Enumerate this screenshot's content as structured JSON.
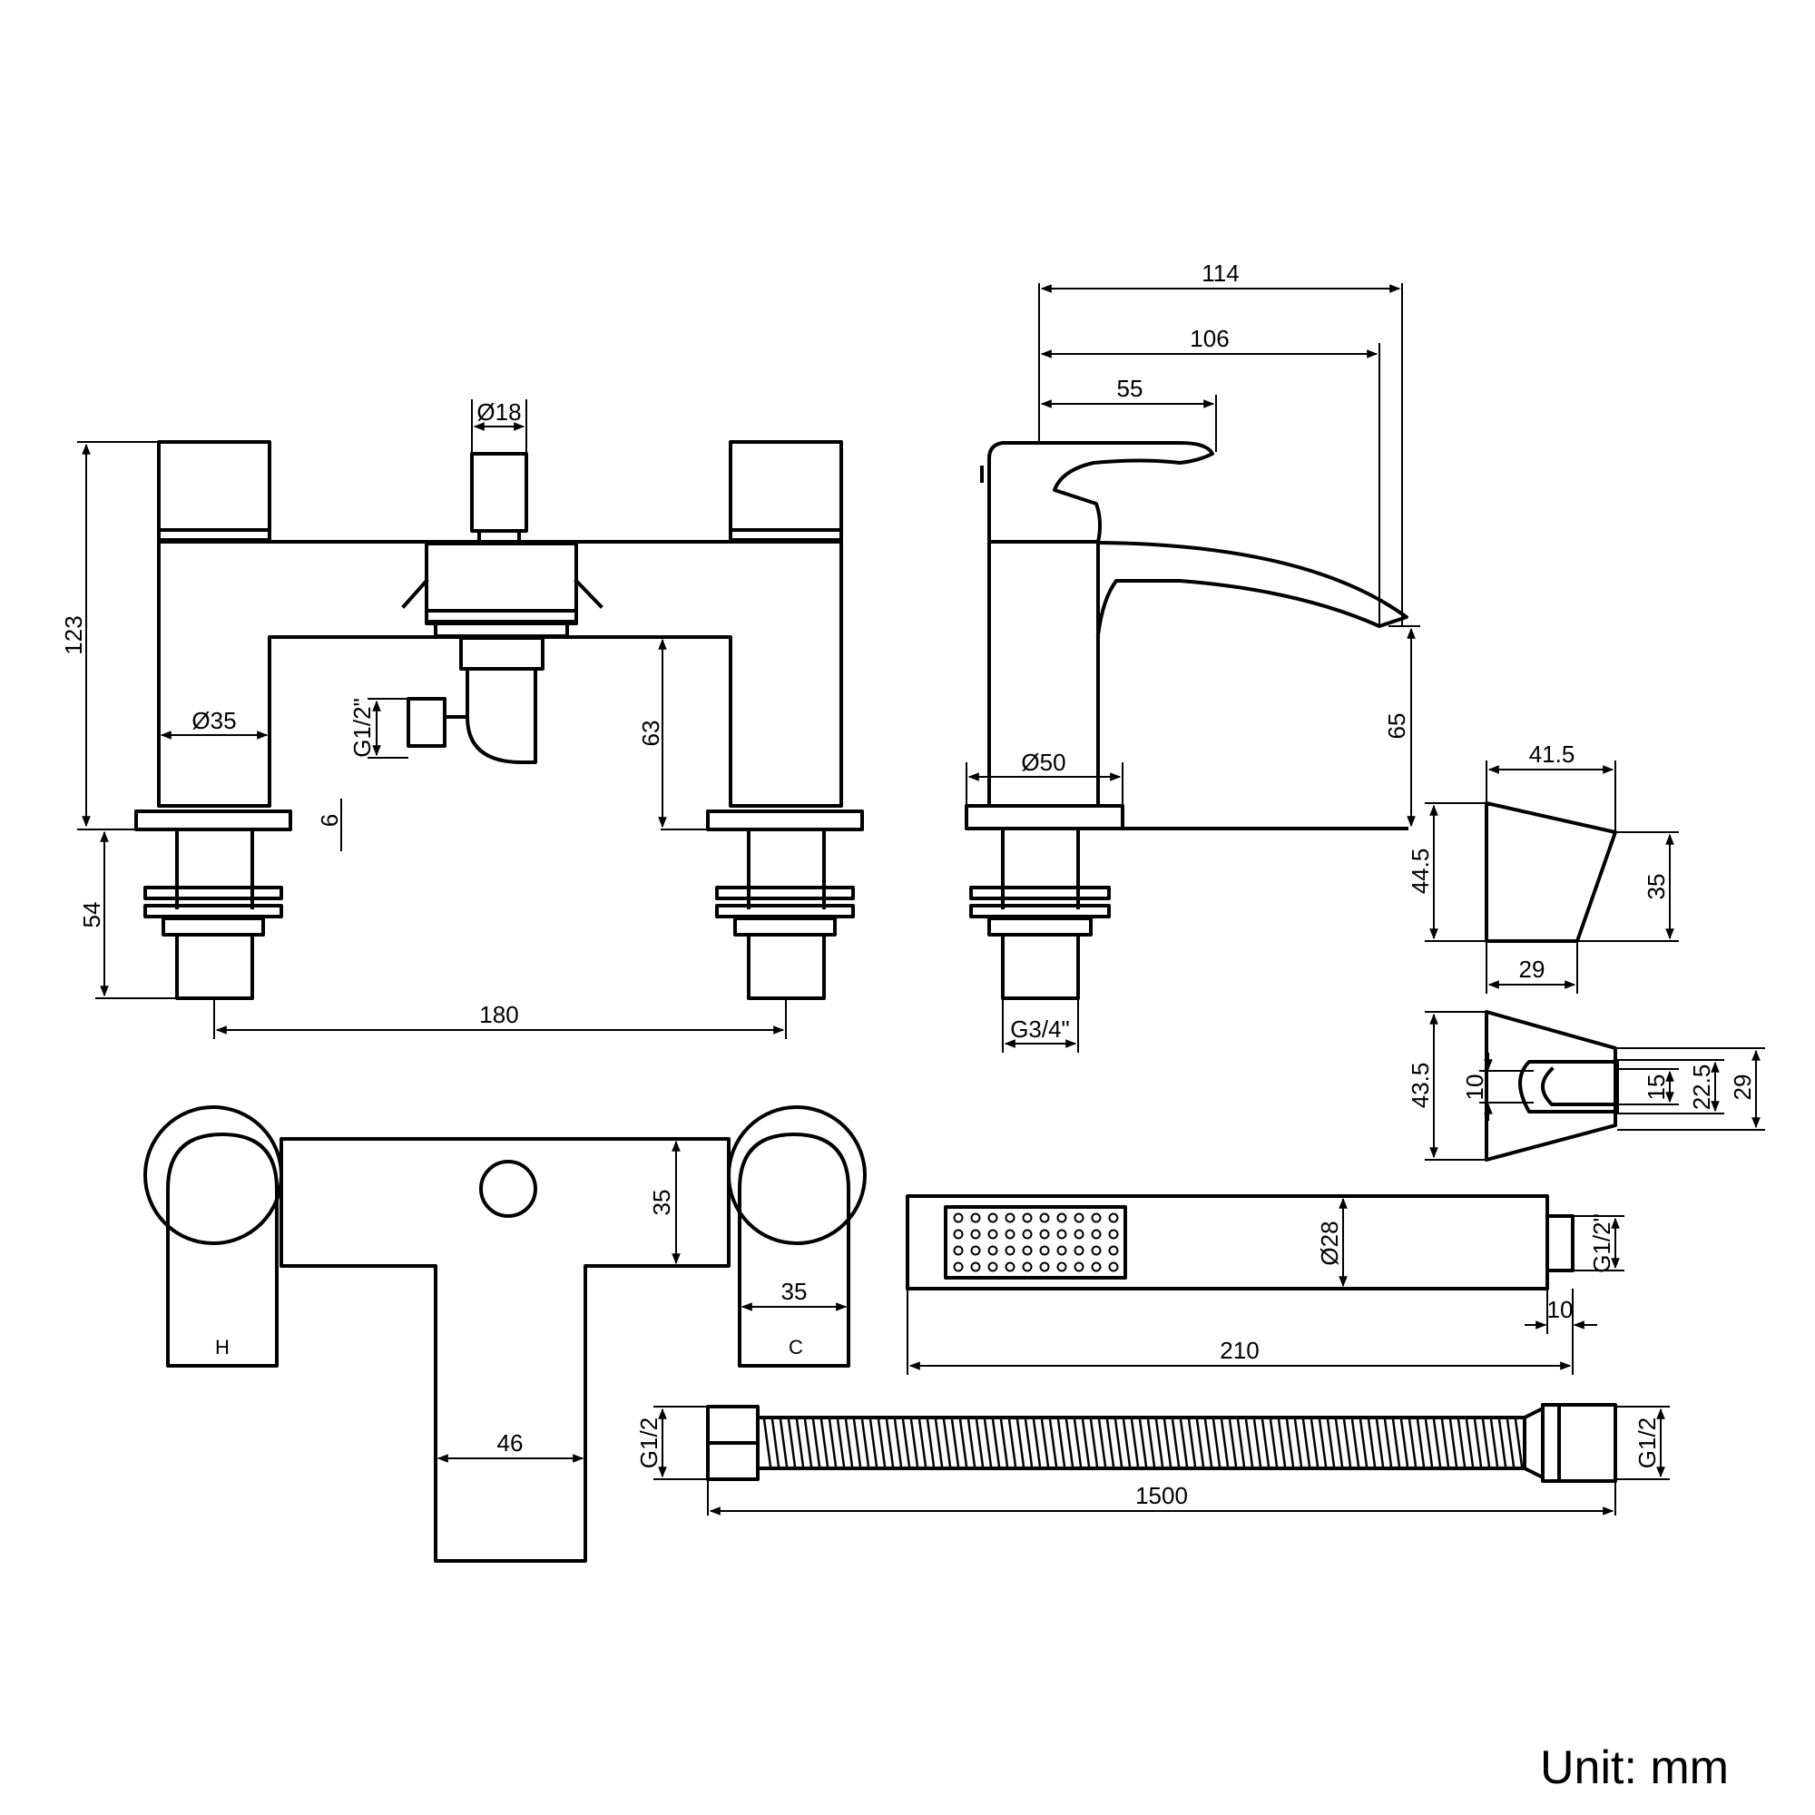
{
  "unit_label": "Unit: mm",
  "bath_filler_front": {
    "height": "123",
    "handle_dia": "Ø35",
    "outlet_dia": "Ø18",
    "outlet_thread": "G1/2\"",
    "clearance": "63",
    "plate": "6",
    "shank": "54",
    "centres": "180"
  },
  "bath_filler_side": {
    "overall": "114",
    "reach": "106",
    "handle": "55",
    "base_dia": "Ø50",
    "spout_height": "65",
    "thread": "G3/4\""
  },
  "holder_side": {
    "top": "41.5",
    "height": "44.5",
    "right": "35",
    "bottom": "29"
  },
  "holder_top": {
    "overall": "43.5",
    "slot": "10",
    "inner": "15",
    "mid": "22.5",
    "right": "29"
  },
  "top_view": {
    "depth": "35",
    "handle": "35",
    "spout": "46",
    "hot": "H",
    "cold": "C"
  },
  "handset": {
    "dia": "Ø28",
    "thread": "G1/2\"",
    "tail": "10",
    "length": "210"
  },
  "hose": {
    "left_thread": "G1/2",
    "right_thread": "G1/2",
    "length": "1500"
  }
}
